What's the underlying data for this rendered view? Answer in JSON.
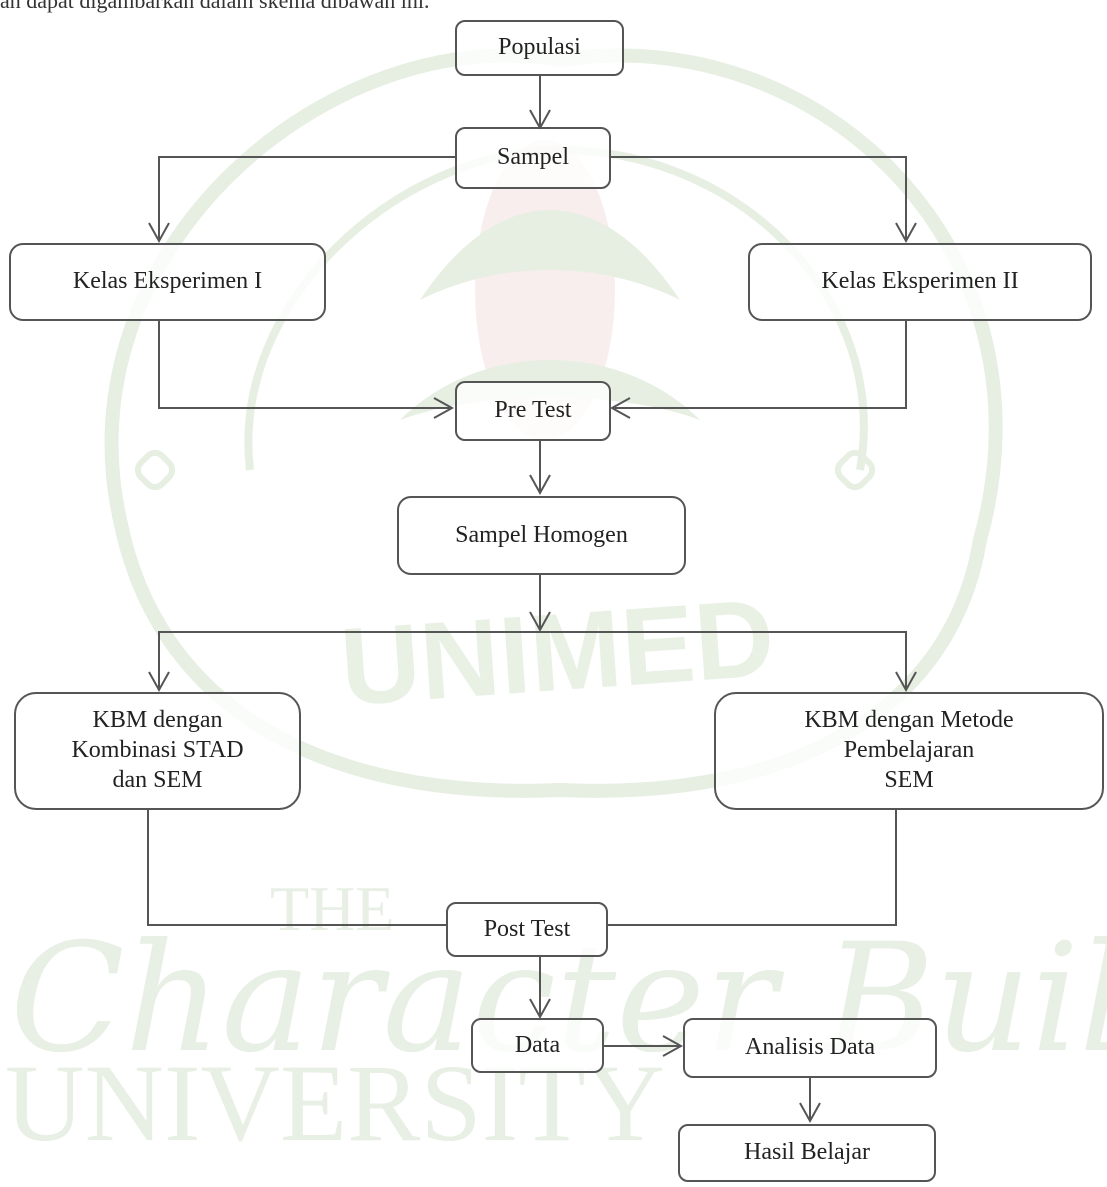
{
  "intro_text": "an dapat digambarkan dalam skema dibawah ini.",
  "watermark": {
    "arc_text": "UNIMED",
    "script_text": "Character Building",
    "small_text": "THE",
    "university_text": "UNIVERSITY"
  },
  "nodes": {
    "populasi": "Populasi",
    "sampel": "Sampel",
    "kelas_eksperimen_1": "Kelas Eksperimen I",
    "kelas_eksperimen_2": "Kelas Eksperimen II",
    "pre_test": "Pre Test",
    "sampel_homogen": "Sampel Homogen",
    "kbm_kombinasi": "KBM dengan\nKombinasi STAD\ndan SEM",
    "kbm_metode": "KBM dengan Metode\nPembelajaran\nSEM",
    "post_test": "Post Test",
    "data": "Data",
    "analisis_data": "Analisis Data",
    "hasil_belajar": "Hasil Belajar"
  },
  "colors": {
    "line": "#555555",
    "watermark": "#e6efe2",
    "watermark_accent": "#f5e2e2"
  }
}
